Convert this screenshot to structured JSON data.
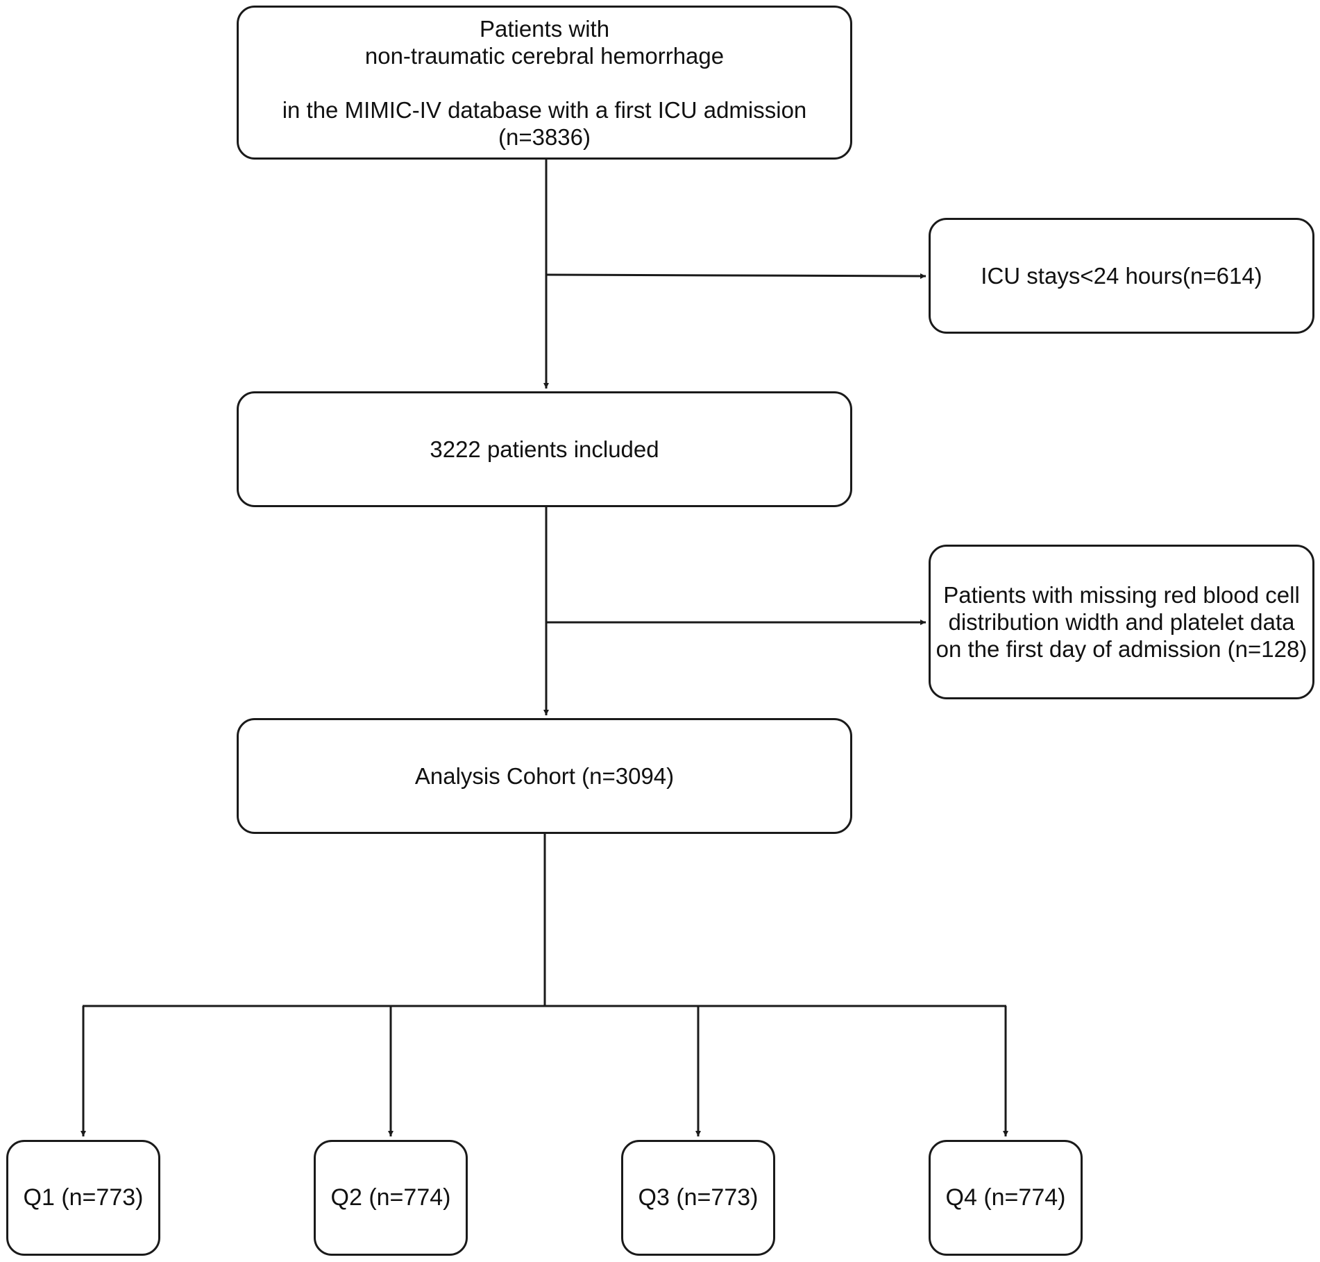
{
  "colors": {
    "stroke": "#1a1a1a",
    "text": "#111111",
    "background": "#ffffff"
  },
  "nodes": {
    "start": {
      "lines": [
        "Patients with",
        "non-traumatic cerebral hemorrhage",
        "",
        "in the MIMIC-IV database with a first ICU admission",
        "(n=3836)"
      ]
    },
    "exclusion1": {
      "lines": [
        "ICU stays<24 hours(n=614)"
      ]
    },
    "included": {
      "lines": [
        "3222 patients included"
      ]
    },
    "exclusion2": {
      "lines": [
        "Patients with missing red blood cell",
        "distribution width and platelet data",
        "on the first day of admission (n=128)"
      ]
    },
    "cohort": {
      "lines": [
        "Analysis Cohort (n=3094)"
      ]
    },
    "q1": {
      "lines": [
        "Q1 (n=773)"
      ]
    },
    "q2": {
      "lines": [
        "Q2 (n=774)"
      ]
    },
    "q3": {
      "lines": [
        "Q3 (n=773)"
      ]
    },
    "q4": {
      "lines": [
        "Q4 (n=774)"
      ]
    }
  }
}
